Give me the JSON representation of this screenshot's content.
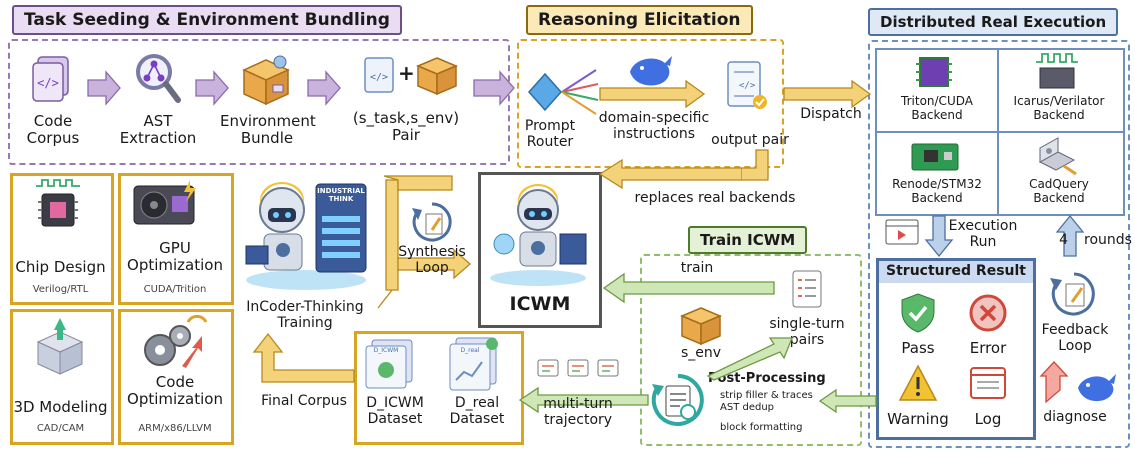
{
  "sections": {
    "seeding": "Task Seeding & Environment Bundling",
    "reasoning": "Reasoning Elicitation",
    "distributed": "Distributed Real Execution",
    "train": "Train ICWM",
    "structured": "Structured Result"
  },
  "seeding_steps": [
    {
      "label": "Code\nCorpus"
    },
    {
      "label": "AST\nExtraction"
    },
    {
      "label": "Environment\nBundle"
    },
    {
      "label": "(s_task,s_env)\nPair"
    }
  ],
  "reasoning": {
    "router": "Prompt\nRouter",
    "instructions": "domain-specific\ninstructions",
    "output": "output pair"
  },
  "dispatch": "Dispatch",
  "backends": [
    {
      "label": "Triton/CUDA\nBackend"
    },
    {
      "label": "Icarus/Verilator\nBackend"
    },
    {
      "label": "Renode/STM32\nBackend"
    },
    {
      "label": "CadQuery\nBackend"
    }
  ],
  "execution_run": "Execution\nRun",
  "rounds": "4 rounds",
  "results": [
    "Pass",
    "Error",
    "Warning",
    "Log"
  ],
  "feedback_loop": "Feedback\nLoop",
  "diagnose": "diagnose",
  "replaces": "replaces real backends",
  "icwm": "ICWM",
  "synthesis_loop": "Synthesis\nLoop",
  "incoder": "InCoder-Thinking\nTraining",
  "robot_sign": "INDUSTRIAL\nTHINK",
  "train_label": "train",
  "s_env": "s_env",
  "single_turn": "single-turn\npairs",
  "post_processing": {
    "title": "Post-Processing",
    "items": [
      "strip filler & traces",
      "AST dedup",
      "block formatting"
    ]
  },
  "multi_turn": "multi-turn\ntrajectory",
  "datasets": [
    {
      "icon_label": "D_ICWM",
      "label": "D_ICWM\nDataset"
    },
    {
      "icon_label": "D_real",
      "label": "D_real\nDataset"
    }
  ],
  "final_corpus": "Final Corpus",
  "domains": [
    {
      "title": "Chip Design",
      "sub": "Verilog/RTL"
    },
    {
      "title": "GPU\nOptimization",
      "sub": "CUDA/Trition"
    },
    {
      "title": "3D Modeling",
      "sub": "CAD/CAM"
    },
    {
      "title": "Code\nOptimization",
      "sub": "ARM/x86/LLVM"
    }
  ],
  "colors": {
    "purple": "#9a78b6",
    "purple_fill": "#c9b3dc",
    "gold": "#d9a422",
    "gold_fill": "#f3d27a",
    "blue": "#6c8fc0",
    "blue_fill": "#bcd0ea",
    "green": "#8fbf6a",
    "green_fill": "#cfe6b6",
    "red": "#e06a50"
  }
}
